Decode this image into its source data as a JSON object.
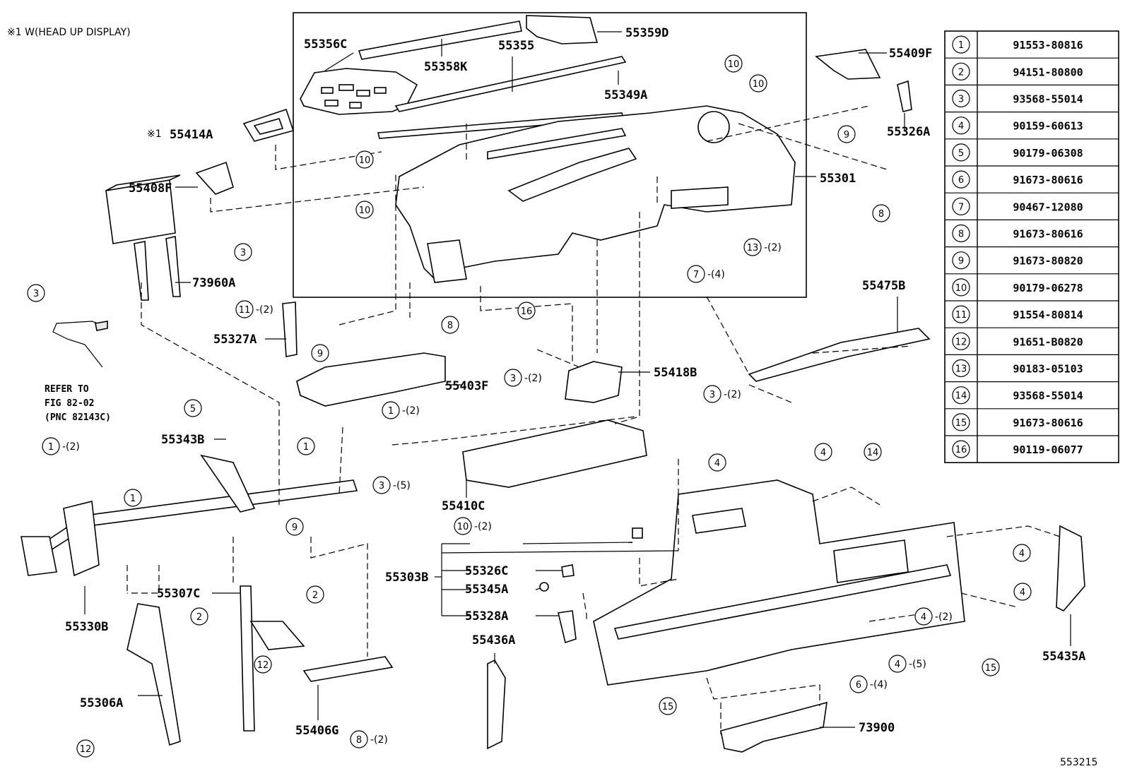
{
  "note": "※1 W(HEAD UP DISPLAY)",
  "figure_id": "553215",
  "refer": [
    "REFER TO",
    "FIG 82-02",
    "(PNC 82143C)"
  ],
  "callouts": [
    {
      "id": "c55356C",
      "text": "55356C"
    },
    {
      "id": "c55358K",
      "text": "55358K"
    },
    {
      "id": "c55355",
      "text": "55355"
    },
    {
      "id": "c55359D",
      "text": "55359D"
    },
    {
      "id": "c55349A",
      "text": "55349A"
    },
    {
      "id": "c55409F",
      "text": "55409F"
    },
    {
      "id": "c55326A",
      "text": "55326A"
    },
    {
      "id": "c55301",
      "text": "55301"
    },
    {
      "id": "c55414A",
      "text": "55414A"
    },
    {
      "id": "c55408F",
      "text": "55408F"
    },
    {
      "id": "c73960A",
      "text": "73960A"
    },
    {
      "id": "c55327A",
      "text": "55327A"
    },
    {
      "id": "c55475B",
      "text": "55475B"
    },
    {
      "id": "c55418B",
      "text": "55418B"
    },
    {
      "id": "c55403F",
      "text": "55403F"
    },
    {
      "id": "c55343B",
      "text": "55343B"
    },
    {
      "id": "c55410C",
      "text": "55410C"
    },
    {
      "id": "c55303B",
      "text": "55303B"
    },
    {
      "id": "c55326C",
      "text": "55326C"
    },
    {
      "id": "c55345A",
      "text": "55345A"
    },
    {
      "id": "c55328A",
      "text": "55328A"
    },
    {
      "id": "c55330B",
      "text": "55330B"
    },
    {
      "id": "c55307C",
      "text": "55307C"
    },
    {
      "id": "c55436A",
      "text": "55436A"
    },
    {
      "id": "c55306A",
      "text": "55306A"
    },
    {
      "id": "c55406G",
      "text": "55406G"
    },
    {
      "id": "c73900",
      "text": "73900"
    },
    {
      "id": "c55435A",
      "text": "55435A"
    }
  ],
  "prefix_mark": "※1",
  "bolts": [
    {
      "n": "10"
    },
    {
      "n": "10"
    },
    {
      "n": "10"
    },
    {
      "n": "10"
    },
    {
      "n": "3"
    },
    {
      "n": "3"
    },
    {
      "n": "11",
      "q": "(2)"
    },
    {
      "n": "9"
    },
    {
      "n": "9"
    },
    {
      "n": "13",
      "q": "(2)"
    },
    {
      "n": "7",
      "q": "(4)"
    },
    {
      "n": "8"
    },
    {
      "n": "8"
    },
    {
      "n": "16"
    },
    {
      "n": "3",
      "q": "(2)"
    },
    {
      "n": "3",
      "q": "(2)"
    },
    {
      "n": "5"
    },
    {
      "n": "1",
      "q": "(2)"
    },
    {
      "n": "1"
    },
    {
      "n": "1",
      "q": "(2)"
    },
    {
      "n": "1"
    },
    {
      "n": "3",
      "q": "(5)"
    },
    {
      "n": "9"
    },
    {
      "n": "10",
      "q": "(2)"
    },
    {
      "n": "4"
    },
    {
      "n": "4"
    },
    {
      "n": "14"
    },
    {
      "n": "4"
    },
    {
      "n": "4"
    },
    {
      "n": "4",
      "q": "(2)"
    },
    {
      "n": "15"
    },
    {
      "n": "4",
      "q": "(5)"
    },
    {
      "n": "6",
      "q": "(4)"
    },
    {
      "n": "15"
    },
    {
      "n": "2"
    },
    {
      "n": "2"
    },
    {
      "n": "12"
    },
    {
      "n": "12"
    },
    {
      "n": "8",
      "q": "(2)"
    }
  ],
  "parts_table": [
    {
      "n": "1",
      "part": "91553-80816"
    },
    {
      "n": "2",
      "part": "94151-80800"
    },
    {
      "n": "3",
      "part": "93568-55014"
    },
    {
      "n": "4",
      "part": "90159-60613"
    },
    {
      "n": "5",
      "part": "90179-06308"
    },
    {
      "n": "6",
      "part": "91673-80616"
    },
    {
      "n": "7",
      "part": "90467-12080"
    },
    {
      "n": "8",
      "part": "91673-80616"
    },
    {
      "n": "9",
      "part": "91673-80820"
    },
    {
      "n": "10",
      "part": "90179-06278"
    },
    {
      "n": "11",
      "part": "91554-80814"
    },
    {
      "n": "12",
      "part": "91651-B0820"
    },
    {
      "n": "13",
      "part": "90183-05103"
    },
    {
      "n": "14",
      "part": "93568-55014"
    },
    {
      "n": "15",
      "part": "91673-80616"
    },
    {
      "n": "16",
      "part": "90119-06077"
    }
  ]
}
